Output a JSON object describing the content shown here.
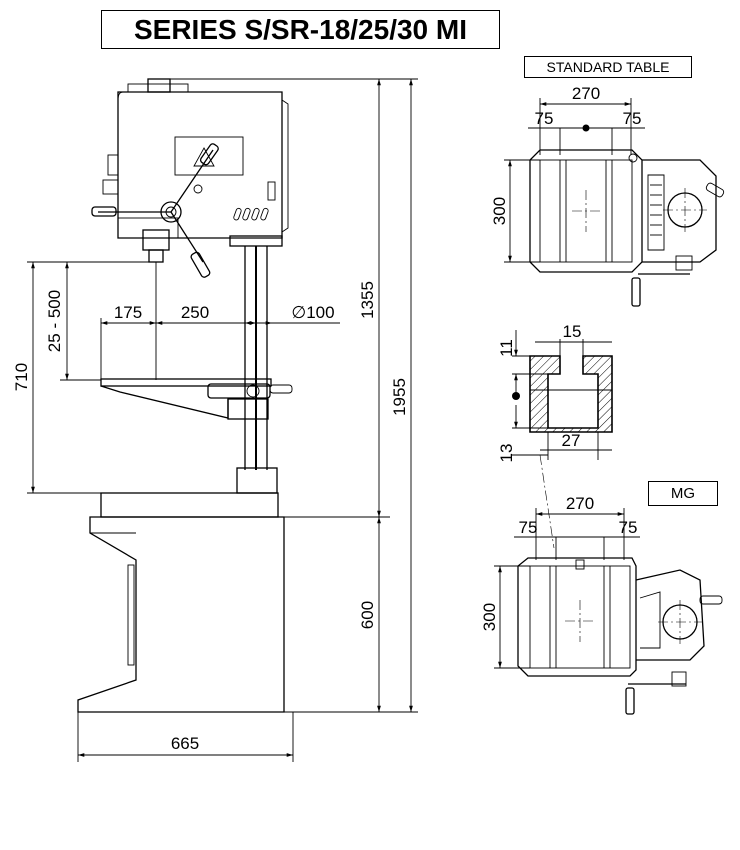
{
  "title": "SERIES S/SR-18/25/30 MI",
  "labels": {
    "standard_table": "STANDARD TABLE",
    "mg": "MG"
  },
  "dimensions": {
    "main": {
      "spindle_to_column": "175",
      "column_offset": "250",
      "column_diameter": "∅100",
      "stroke_range": "25 - 500",
      "max_distance": "710",
      "head_height": "1355",
      "total_height": "1955",
      "base_height": "600",
      "base_depth": "665"
    },
    "standard_table": {
      "width": "270",
      "slot_left": "75",
      "slot_right": "75",
      "depth": "300"
    },
    "t_slot": {
      "slot_width": "15",
      "top_depth": "11",
      "bottom_height": "13",
      "base_width": "27"
    },
    "mg_table": {
      "width": "270",
      "slot_left": "75",
      "slot_right": "75",
      "depth": "300"
    }
  }
}
